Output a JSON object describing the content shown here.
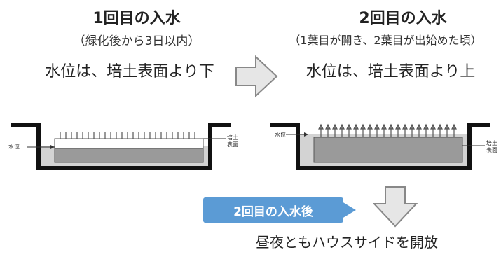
{
  "left": {
    "title": "1回目の入水",
    "subtitle": "（緑化後から3日以内）",
    "water_level": "水位は、培土表面より下",
    "label_water": "水位",
    "label_soil_line1": "培土",
    "label_soil_line2": "表面"
  },
  "right": {
    "title": "2回目の入水",
    "subtitle": "（1葉目が開き、2葉目が出始めた頃）",
    "water_level": "水位は、培土表面より上",
    "label_water": "水位",
    "label_soil_line1": "培土",
    "label_soil_line2": "表面"
  },
  "callout": "2回目の入水後",
  "bottom_text": "昼夜ともハウスサイドを開放",
  "colors": {
    "callout": "#5b9bd5",
    "arrow_fill": "#e6e6e6",
    "arrow_stroke": "#888888",
    "water": "#d3d3d3",
    "soil": "#9a9a9a"
  }
}
